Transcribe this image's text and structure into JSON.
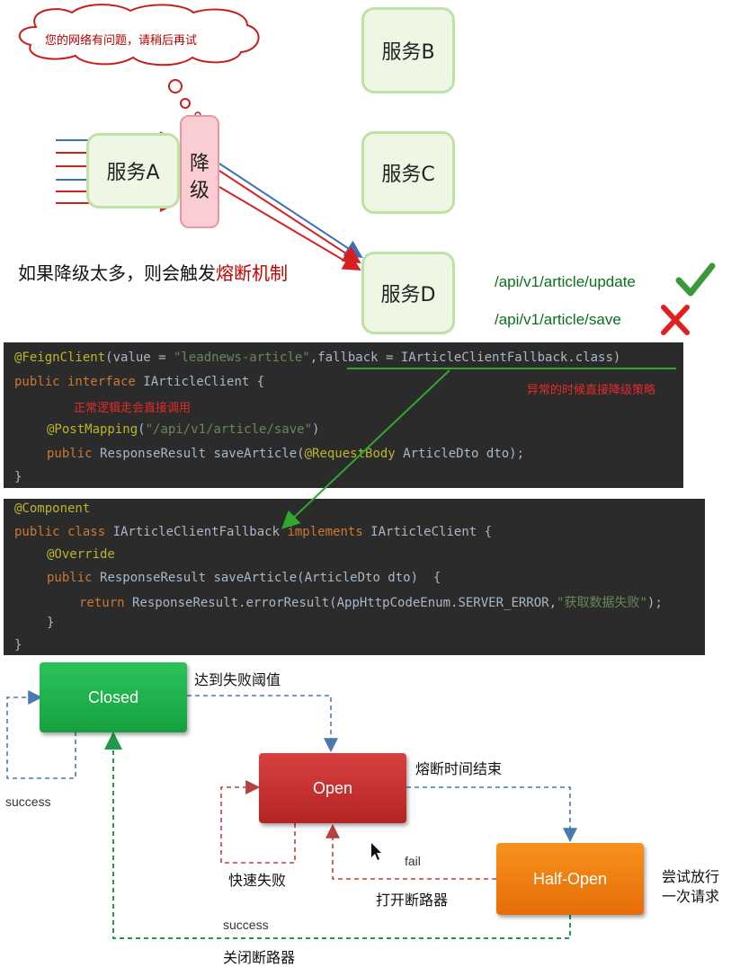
{
  "top": {
    "cloud_text": "您的网络有问题，请稍后再试",
    "service_a": "服务A",
    "service_b": "服务B",
    "service_c": "服务C",
    "service_d": "服务D",
    "degrade_line1": "降",
    "degrade_line2": "级",
    "caption_prefix": "如果降级太多，则会触发",
    "caption_highlight": "熔断机制",
    "api_update": "/api/v1/article/update",
    "api_save": "/api/v1/article/save",
    "check_icon": "check-icon",
    "cross_icon": "cross-icon",
    "colors": {
      "request_blue": "#3d6fb5",
      "request_red": "#d42020",
      "ok_green": "#3a9a3a",
      "fail_red": "#e02020"
    }
  },
  "code1": {
    "l1_annotation": "@FeignClient",
    "l1_open": "(value = ",
    "l1_value": "\"leadnews-article\"",
    "l1_fallback": ",fallback = IArticleClientFallback.class)",
    "l2_kw": "public interface ",
    "l2_name": "IArticleClient {",
    "l3_comment": "正常逻辑走会直接调用",
    "l3_right_comment": "异常的时候直接降级策略",
    "l4_annotation": "@PostMapping",
    "l4_open": "(",
    "l4_value": "\"/api/v1/article/save\"",
    "l4_close": ")",
    "l5_kw": "public ",
    "l5_rest": "ResponseResult saveArticle(",
    "l5_ann": "@RequestBody ",
    "l5_tail": "ArticleDto dto);",
    "l6": "}"
  },
  "code2": {
    "l1_annotation": "@Component",
    "l2_kw": "public class ",
    "l2_name": "IArticleClientFallback ",
    "l2_impl": "implements ",
    "l2_iface": "IArticleClient {",
    "l3_annotation": "@Override",
    "l4_kw": "public ",
    "l4_rest": "ResponseResult saveArticle(ArticleDto dto)  {",
    "l5_kw": "return ",
    "l5_rest": "ResponseResult.errorResult(AppHttpCodeEnum.SERVER_ERROR,",
    "l5_str": "\"获取数据失败\"",
    "l5_end": ");",
    "l6": "}",
    "l7": "}"
  },
  "states": {
    "closed": "Closed",
    "open": "Open",
    "half_open": "Half-Open",
    "colors": {
      "closed": "#21b04b",
      "open": "#c62f2f",
      "half_open": "#ef7d10"
    }
  },
  "labels": {
    "reach_threshold": "达到失败阈值",
    "success_closed": "success",
    "timeout_end": "熔断时间结束",
    "fast_fail": "快速失败",
    "fail": "fail",
    "open_breaker": "打开断路器",
    "try_release_1": "尝试放行",
    "try_release_2": "一次请求",
    "success_half": "success",
    "close_breaker": "关闭断路器"
  }
}
